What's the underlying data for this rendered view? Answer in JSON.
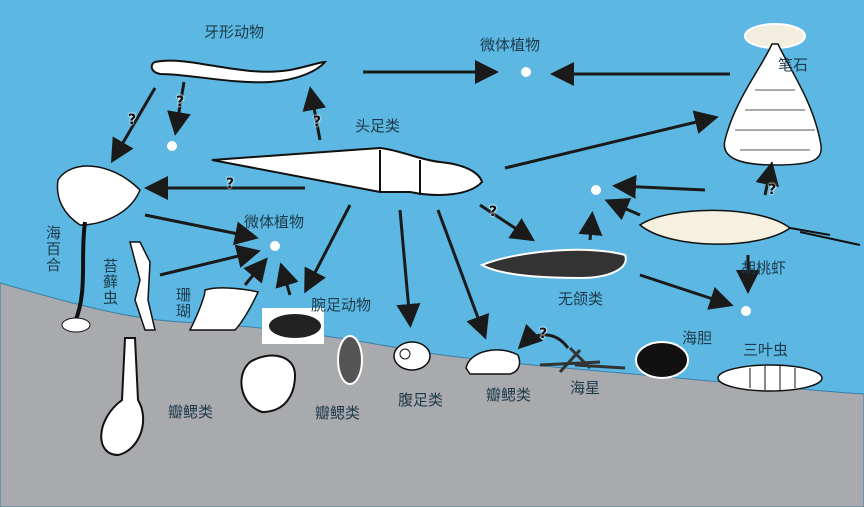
{
  "colors": {
    "water": "#5cb8e2",
    "seafloor": "#a9aaae",
    "arrow": "#1a1a1a"
  },
  "labels": {
    "conodont": "牙形动物",
    "microplants_top": "微体植物",
    "graptolite": "笔石",
    "cephalopod": "头足类",
    "crinoid": "海百合",
    "bryozoan": "苔藓虫",
    "microplants_mid": "微体植物",
    "coral": "珊瑚",
    "brachiopod": "腕足动物",
    "agnathan": "无颌类",
    "walnut_shrimp": "胡桃虾",
    "sea_urchin": "海胆",
    "trilobite": "三叶虫",
    "bivalve_1": "瓣鳃类",
    "bivalve_2": "瓣鳃类",
    "bivalve_3": "瓣鳃类",
    "gastropod": "腹足类",
    "starfish": "海星"
  },
  "question_mark": "?"
}
